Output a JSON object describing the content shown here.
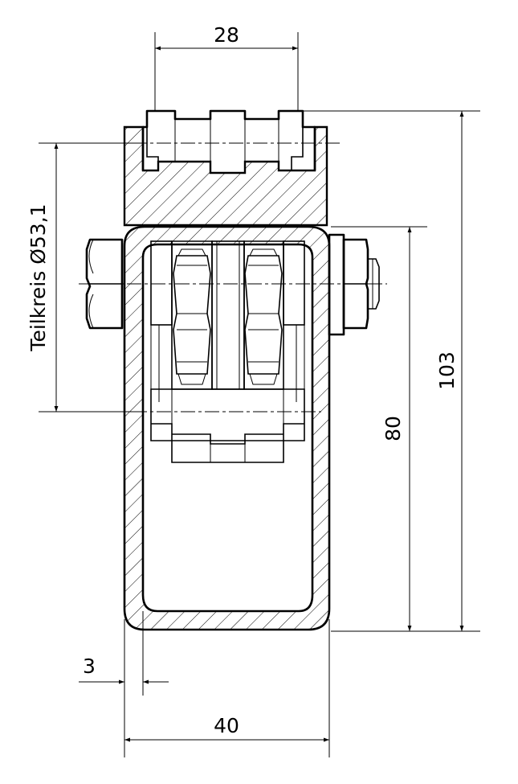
{
  "dimensions": {
    "top_width": "28",
    "total_height": "103",
    "frame_height": "80",
    "pitch_circle": "Teilkreis Ø53,1",
    "wall_thickness": "3",
    "frame_width": "40"
  }
}
